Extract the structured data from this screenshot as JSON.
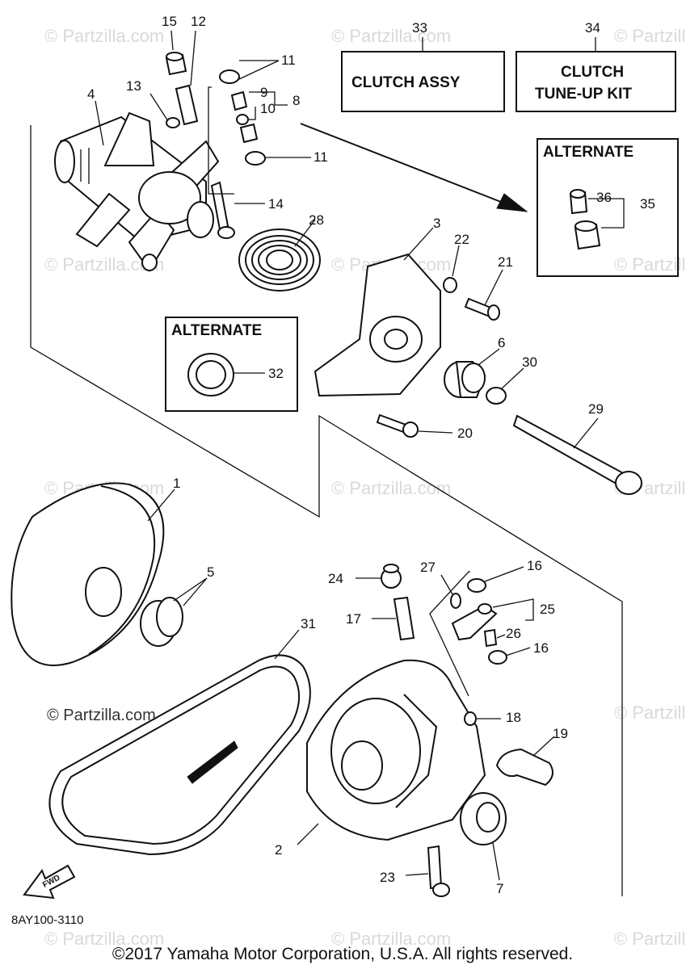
{
  "watermark": "© Partzilla.com",
  "copyright_inline": "© Partzilla.com",
  "boxes": {
    "clutch_assy": "CLUTCH ASSY",
    "tune_up_line1": "CLUTCH",
    "tune_up_line2": "TUNE-UP KIT",
    "alternate_top": "ALTERNATE",
    "alternate_left": "ALTERNATE"
  },
  "callouts": {
    "p1": "1",
    "p2": "2",
    "p3": "3",
    "p4": "4",
    "p5": "5",
    "p6": "6",
    "p7": "7",
    "p8": "8",
    "p9": "9",
    "p10": "10",
    "p11a": "11",
    "p11b": "11",
    "p12": "12",
    "p13": "13",
    "p14": "14",
    "p15": "15",
    "p16a": "16",
    "p16b": "16",
    "p17": "17",
    "p18": "18",
    "p19": "19",
    "p20": "20",
    "p21": "21",
    "p22": "22",
    "p23": "23",
    "p24": "24",
    "p25": "25",
    "p26": "26",
    "p27": "27",
    "p28": "28",
    "p29": "29",
    "p30": "30",
    "p31": "31",
    "p32": "32",
    "p33": "33",
    "p34": "34",
    "p35": "35",
    "p36": "36"
  },
  "fwd_label": "FWD",
  "diagram_code": "8AY100-3110",
  "footer": "©2017 Yamaha Motor Corporation, U.S.A. All rights reserved."
}
